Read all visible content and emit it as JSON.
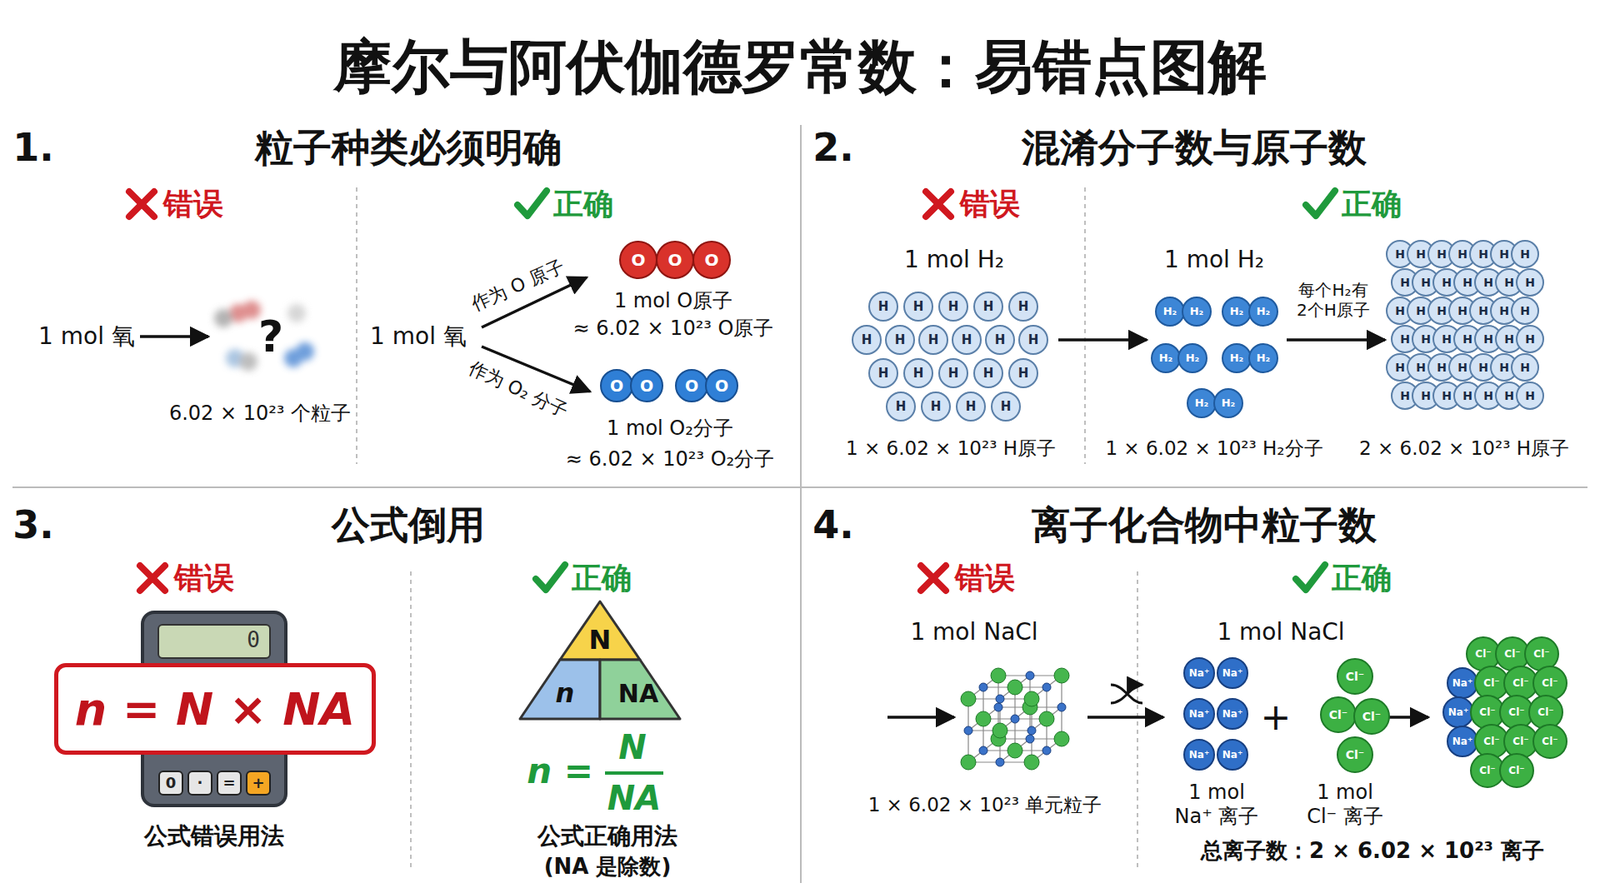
{
  "diagram": {
    "title": "摩尔与阿伏伽德罗常数：易错点图解",
    "nodes": [
      {
        "text": [
          "n = N × NA"
        ]
      },
      {
        "text": [
          "N",
          "n",
          "NA"
        ]
      }
    ],
    "labels": [
      "1.",
      "粒子种类必须明确",
      "错误",
      "正确",
      "1 mol 氧",
      "?",
      "6.02 × 10²³ 个粒子",
      "1 mol 氧",
      "作为 O 原子",
      "作为 O₂ 分子",
      "O",
      "O",
      "O",
      "1 mol O原子",
      "≈ 6.02 × 10²³ O原子",
      "O",
      "O",
      "O",
      "O",
      "1 mol O₂分子",
      "≈ 6.02 × 10²³ O₂分子",
      "2.",
      "混淆分子数与原子数",
      "错误",
      "正确",
      "1 mol H₂",
      "H",
      "H",
      "H",
      "H",
      "H",
      "H",
      "H",
      "H",
      "H",
      "H",
      "H",
      "H",
      "H",
      "H",
      "H",
      "H",
      "H",
      "H",
      "H",
      "H",
      "1 × 6.02 × 10²³ H原子",
      "1 mol H₂",
      "H₂",
      "H₂",
      "H₂",
      "H₂",
      "H₂",
      "H₂",
      "H₂",
      "H₂",
      "H₂",
      "H₂",
      "1 × 6.02 × 10²³ H₂分子",
      "每个H₂有 2个H原子",
      "H",
      "H",
      "H",
      "H",
      "H",
      "H",
      "H",
      "H",
      "H",
      "H",
      "H",
      "H",
      "H",
      "H",
      "H",
      "H",
      "H",
      "H",
      "H",
      "H",
      "H",
      "H",
      "H",
      "H",
      "H",
      "H",
      "H",
      "H",
      "H",
      "H",
      "H",
      "H",
      "H",
      "H",
      "H",
      "H",
      "H",
      "H",
      "H",
      "H",
      "H",
      "H",
      "2 × 6.02 × 10²³ H原子",
      "3.",
      "公式倒用",
      "错误",
      "正确",
      "0",
      "0",
      "·",
      "=",
      "+",
      "公式错误用法",
      "n =",
      "N",
      "NA",
      "公式正确用法",
      "(NA 是除数)",
      "4.",
      "离子化合物中粒子数",
      "错误",
      "正确",
      "1 mol NaCl",
      "1 × 6.02 × 10²³ 单元粒子",
      "1 mol NaCl",
      "Na⁺",
      "Na⁺",
      "Na⁺",
      "Na⁺",
      "Na⁺",
      "Na⁺",
      "1 mol Na⁺ 离子",
      "+",
      "Cl⁻",
      "Cl⁻",
      "Cl⁻",
      "Cl⁻",
      "1 mol Cl⁻ 离子",
      "Cl⁻",
      "Cl⁻",
      "Cl⁻",
      "Na⁺",
      "Cl⁻",
      "Cl⁻",
      "Cl⁻",
      "Na⁺",
      "Cl⁻",
      "Cl⁻",
      "Cl⁻",
      "Na⁺",
      "Cl⁻",
      "Cl⁻",
      "Cl⁻",
      "Cl⁻",
      "Cl⁻",
      "总离子数：2 × 6.02 × 10²³ 离子"
    ]
  }
}
